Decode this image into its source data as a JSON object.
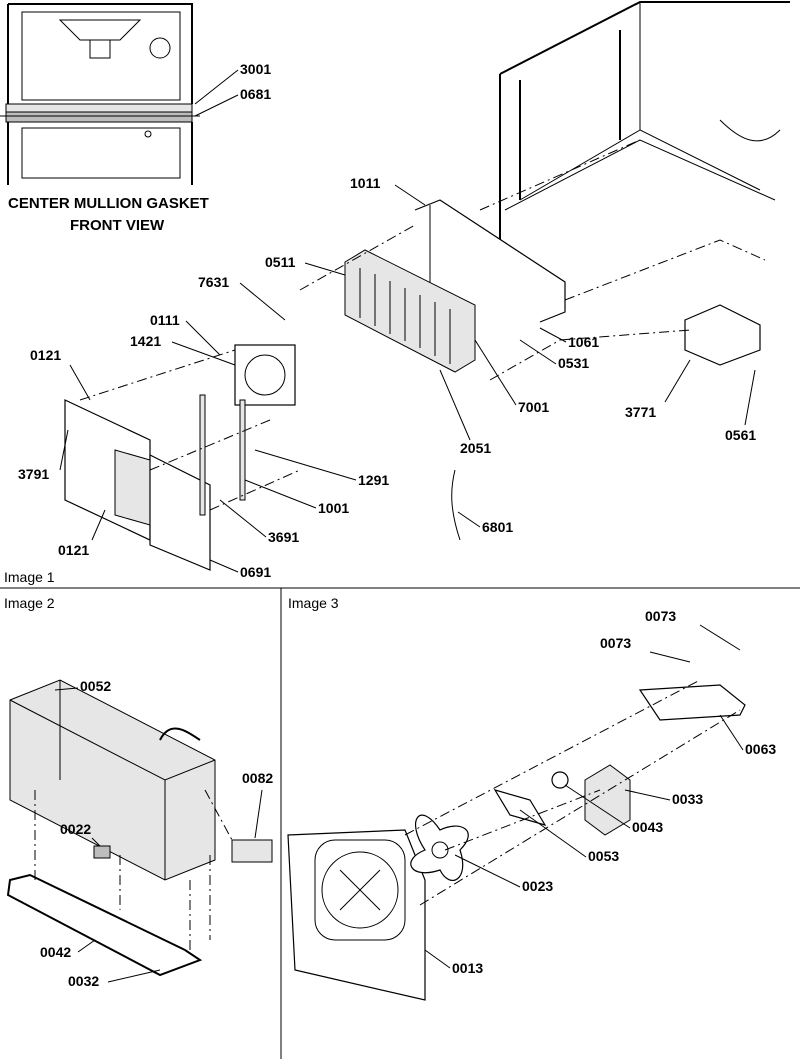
{
  "panels": [
    {
      "key": "image1",
      "title": "Image 1"
    },
    {
      "key": "image2",
      "title": "Image 2"
    },
    {
      "key": "image3",
      "title": "Image 3"
    }
  ],
  "inset": {
    "caption_line1": "CENTER MULLION GASKET",
    "caption_line2": "FRONT VIEW"
  },
  "labels": {
    "image1": [
      "3001",
      "0681",
      "1011",
      "0511",
      "7631",
      "0111",
      "1421",
      "0121",
      "3791",
      "0121",
      "1061",
      "0531",
      "7001",
      "3771",
      "0561",
      "2051",
      "1291",
      "1001",
      "3691",
      "6801",
      "0691"
    ],
    "image2": [
      "0052",
      "0082",
      "0022",
      "0042",
      "0032"
    ],
    "image3": [
      "0073",
      "0073",
      "0063",
      "0033",
      "0043",
      "0053",
      "0023",
      "0013"
    ]
  }
}
